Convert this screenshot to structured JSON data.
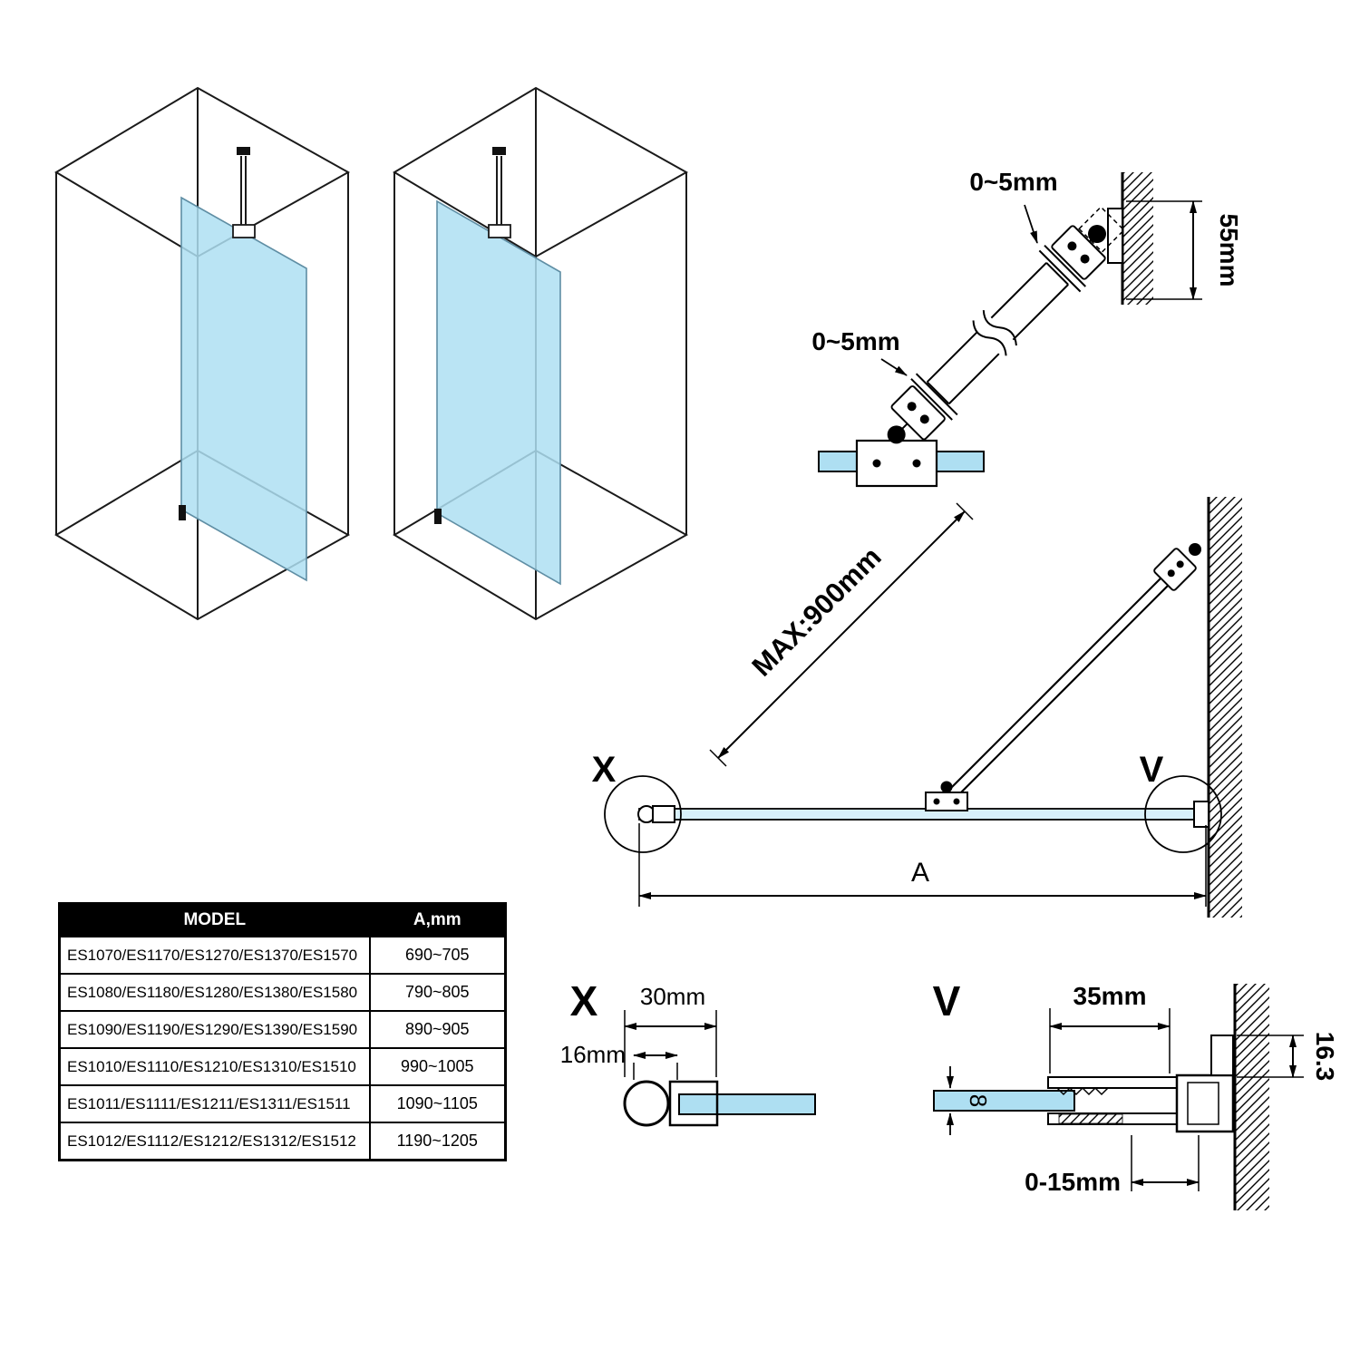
{
  "colors": {
    "glass": "#aedff2",
    "glass_light": "#d8f0fa",
    "line": "#000000",
    "table_header_bg": "#000000",
    "table_header_text": "#ffffff"
  },
  "bracket_detail": {
    "gap_top": "0~5mm",
    "gap_bottom": "0~5mm",
    "wall_height": "55mm"
  },
  "side_view": {
    "max_label": "MAX:900mm",
    "x_label": "X",
    "v_label": "V",
    "a_label": "A"
  },
  "detail_x": {
    "title": "X",
    "width": "30mm",
    "tube": "16mm"
  },
  "detail_v": {
    "title": "V",
    "width": "35mm",
    "height": "16.3",
    "glass_thickness": "8",
    "adjust": "0-15mm"
  },
  "table": {
    "headers": [
      "MODEL",
      "A,mm"
    ],
    "rows": [
      {
        "model": "ES1070/ES1170/ES1270/ES1370/ES1570",
        "a": "690~705"
      },
      {
        "model": "ES1080/ES1180/ES1280/ES1380/ES1580",
        "a": "790~805"
      },
      {
        "model": "ES1090/ES1190/ES1290/ES1390/ES1590",
        "a": "890~905"
      },
      {
        "model": "ES1010/ES1110/ES1210/ES1310/ES1510",
        "a": "990~1005"
      },
      {
        "model": "ES1011/ES1111/ES1211/ES1311/ES1511",
        "a": "1090~1105"
      },
      {
        "model": "ES1012/ES1112/ES1212/ES1312/ES1512",
        "a": "1190~1205"
      }
    ]
  }
}
